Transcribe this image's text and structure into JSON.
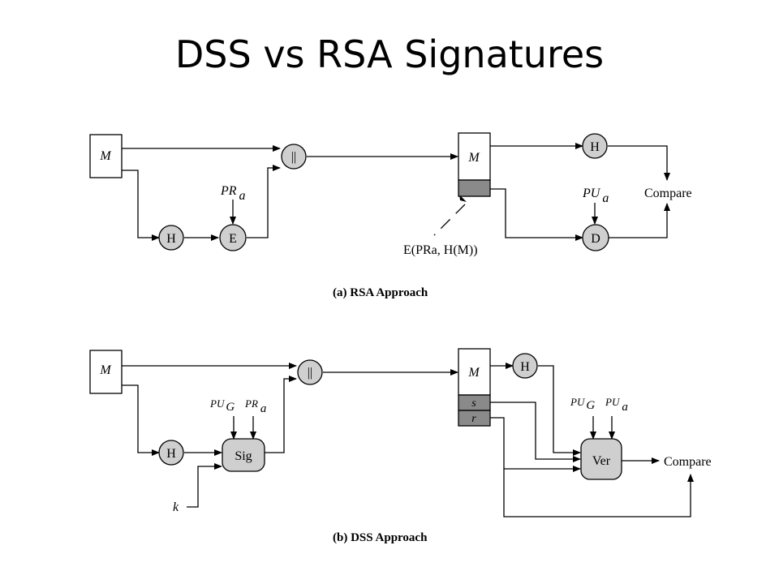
{
  "title": "DSS vs RSA Signatures",
  "rsa": {
    "caption": "(a) RSA Approach",
    "message": "M",
    "concat": "||",
    "hash": "H",
    "encrypt": "E",
    "key_pr": "PR",
    "key_pr_sub": "a",
    "recv_message": "M",
    "hash2": "H",
    "decrypt": "D",
    "key_pu": "PU",
    "key_pu_sub": "a",
    "compare": "Compare",
    "annotation": "E(PRa, H(M))"
  },
  "dss": {
    "caption": "(b) DSS Approach",
    "message": "M",
    "concat": "||",
    "hash": "H",
    "sig": "Sig",
    "key_pug": "PU",
    "key_pug_sub": "G",
    "key_pra": "PR",
    "key_pra_sub": "a",
    "k": "k",
    "recv_message": "M",
    "s": "s",
    "r": "r",
    "hash2": "H",
    "ver": "Ver",
    "key_pug2": "PU",
    "key_pug2_sub": "G",
    "key_pua": "PU",
    "key_pua_sub": "a",
    "compare": "Compare"
  }
}
